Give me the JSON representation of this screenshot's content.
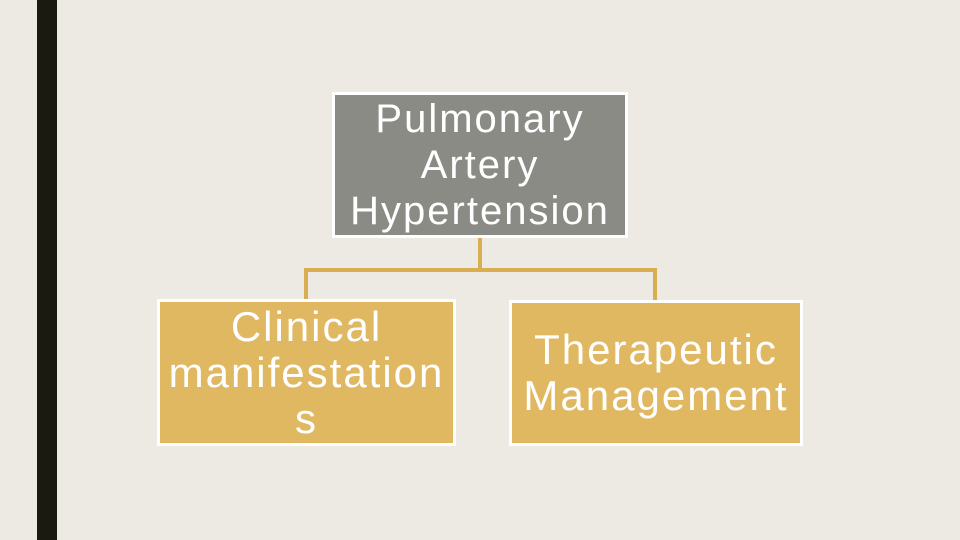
{
  "colors": {
    "background": "#EDEAE3",
    "accent-bar": "#1B1A10",
    "node-root-fill": "#8B8B85",
    "node-child-fill": "#E1B862",
    "node-border": "#FFFFFF",
    "node-text": "#FFFFFF",
    "connector": "#D9AD52"
  },
  "diagram": {
    "type": "hierarchy",
    "root": {
      "label": "Pulmonary\nArtery\nHypertension"
    },
    "children": [
      {
        "label": "Clinical\nmanifestation\ns"
      },
      {
        "label": "Therapeutic\nManagement"
      }
    ]
  }
}
